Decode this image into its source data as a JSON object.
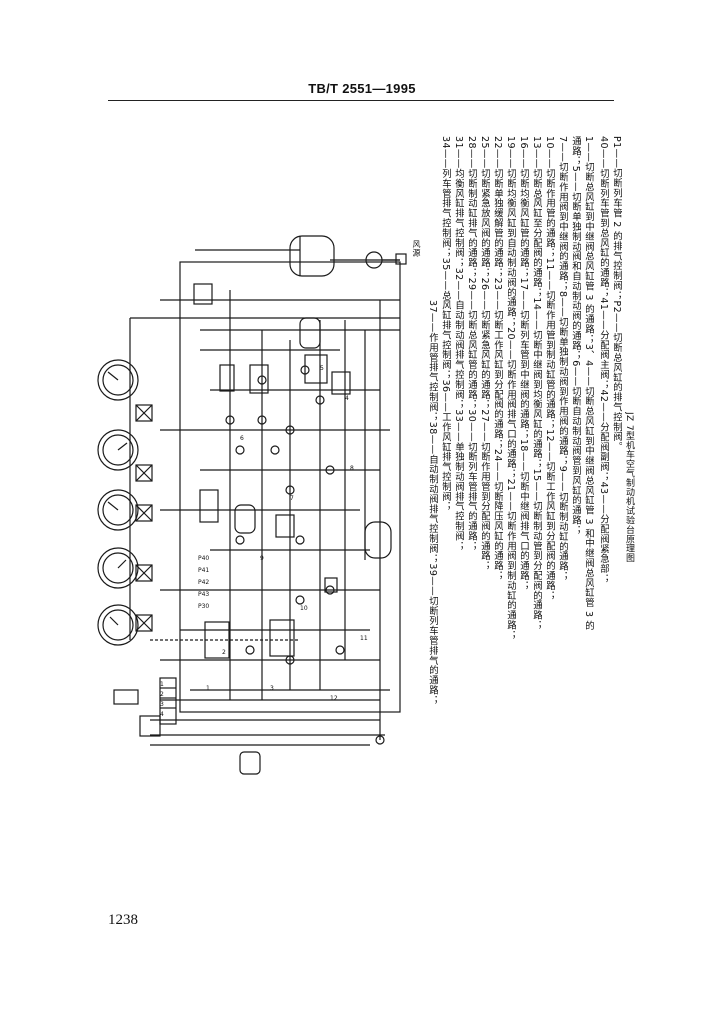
{
  "header": {
    "standard_number": "TB/T 2551—1995"
  },
  "page_number": "1238",
  "figure": {
    "caption": "JZ 7型机车空气制动机试验台原理图",
    "right_label": "风源",
    "legend_lines": [
      "1——切断总风缸到中继阀总风缸管 3 的通路；3、4——切断总风缸到中继阀总风缸管 3 和中继阀总风缸管 3 的",
      "通路；5——切断单独制动阀和自动制动阀的通路；6——切断自动制动阀管到风缸的通路；",
      "7——切断作用阀到中继阀的通路；8——切断单独制动阀到作用阀的通路；9——切断制动缸的通路；",
      "10——切断作用管的通路；11——切断作用管到制动缸管的通路；12——切断工作风缸到分配阀的通路；",
      "13——切断总风缸至分配阀的通路；14——切断中继阀到均衡风缸的通路；15——切断制动管到分配阀的通路；",
      "16——切断均衡风缸管的通路；17——切断列车管到中继阀的通路；18——切断中继阀排气口的通路；",
      "19——切断均衡风缸到自动制动阀的通路；20——切断作用阀排气口的通路；21——切断作用阀到制动缸的通路；",
      "22——切断单独缓解管的通路；23——切断工作风缸到分配阀的通路；24——切断降压风缸的通路；",
      "25——切断紧急放风阀的通路；26——切断紧急风缸的通路；27——切断作用管到分配阀的通路；",
      "28——切断制动缸排气的通路；29——切断总风缸管的通路；30——切断列车管排气的通路；",
      "31——均衡风缸排气控制阀；32——自动制动阀排气控制阀；33——单独制动阀排气控制阀；",
      "34——列车管排气控制阀；35——总风缸排气控制阀；36——工作风缸排气控制阀；",
      "37——作用管排气控制阀；38——自动制动阀排气控制阀；39——切断列车管排气的通路；",
      "40——切断列车管到总风缸的通路；41——分配阀主阀；42——分配阀副阀；43——分配阀紧急部；",
      "P1——切断列车管 2 的排气控制阀；P2——切断总风缸的排气控制阀。"
    ]
  }
}
